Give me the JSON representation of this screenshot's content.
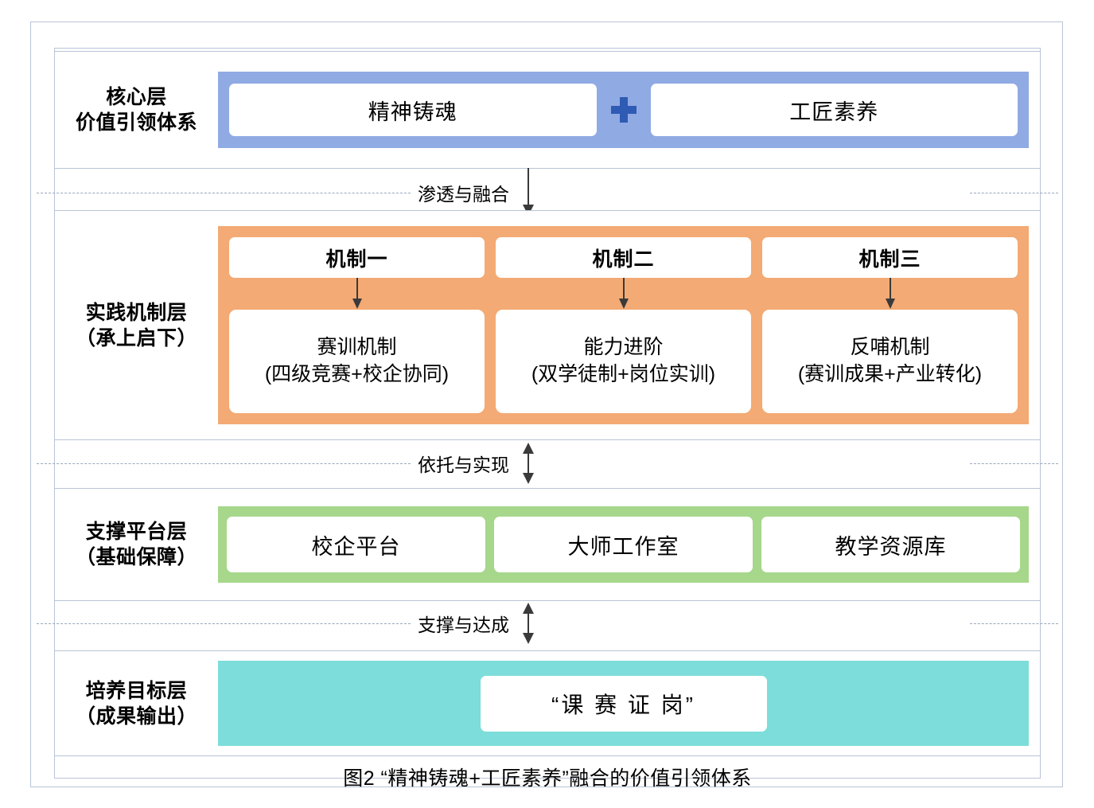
{
  "figure": {
    "caption": "图2 “精神铸魂+工匠素养”融合的价值引领体系"
  },
  "colors": {
    "core_band": "#90aae3",
    "mechanism_band": "#f3aa74",
    "platform_band": "#a6d78b",
    "goal_band": "#7dddda",
    "plus_icon": "#2f5bb5",
    "frame_border": "#b9c4d6",
    "connector_dash": "#9aa7ba",
    "arrow": "#3a3a3a"
  },
  "layers": {
    "core": {
      "label": "核心层\n价值引领体系",
      "chips": [
        {
          "text": "精神铸魂"
        },
        {
          "text": "工匠素养"
        }
      ],
      "operator_icon": "plus-icon"
    },
    "mechanism": {
      "label": "实践机制层\n（承上启下）",
      "columns": [
        {
          "head": "机制一",
          "title": "赛训机制",
          "detail": "(四级竞赛+校企协同)"
        },
        {
          "head": "机制二",
          "title": "能力进阶",
          "detail": "(双学徒制+岗位实训)"
        },
        {
          "head": "机制三",
          "title": "反哺机制",
          "detail": "(赛训成果+产业转化)"
        }
      ]
    },
    "platform": {
      "label": "支撑平台层\n（基础保障）",
      "chips": [
        {
          "text": "校企平台"
        },
        {
          "text": "大师工作室"
        },
        {
          "text": "教学资源库"
        }
      ]
    },
    "goal": {
      "label": "培养目标层\n（成果输出）",
      "chips": [
        {
          "text": "“课 赛 证 岗”"
        }
      ]
    }
  },
  "connectors": [
    {
      "label": "渗透与融合",
      "direction": "down"
    },
    {
      "label": "依托与实现",
      "direction": "both"
    },
    {
      "label": "支撑与达成",
      "direction": "both"
    }
  ]
}
